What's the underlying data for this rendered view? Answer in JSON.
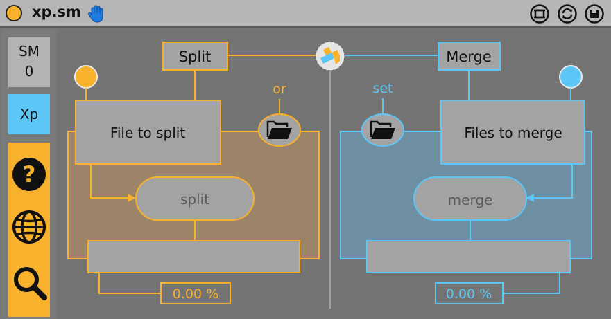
{
  "window": {
    "title": "xp.sm",
    "icons": [
      "hand-icon",
      "presentation-icon",
      "refresh-icon",
      "save-icon"
    ]
  },
  "sidebar": {
    "sm_label": "SM",
    "sm_value": "0",
    "mode_label": "Xp",
    "tools": [
      "help-icon",
      "globe-icon",
      "search-icon"
    ]
  },
  "split": {
    "title": "Split",
    "or_label": "or",
    "file_button": "File to split",
    "action_button": "split",
    "progress": "0.00 %"
  },
  "merge": {
    "title": "Merge",
    "set_label": "set",
    "file_button": "Files to merge",
    "action_button": "merge",
    "progress": "0.00 %"
  },
  "colors": {
    "orange": "#f7b12d",
    "blue": "#5cc7f7"
  }
}
